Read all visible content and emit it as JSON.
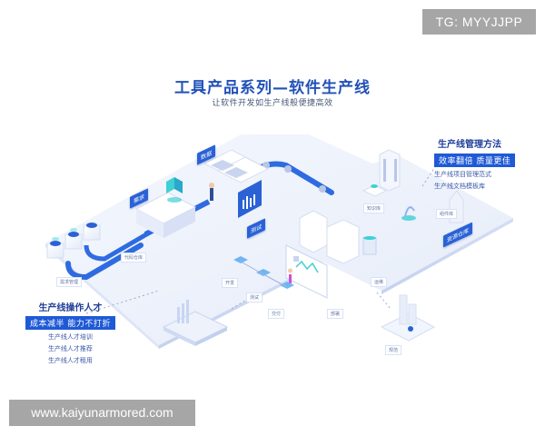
{
  "watermarks": {
    "top": "TG: MYYJJPP",
    "bottom": "www.kaiyunarmored.com"
  },
  "header": {
    "title": "工具产品系列—软件生产线",
    "subtitle": "让软件开发如生产线般便捷高效"
  },
  "callouts": {
    "management": {
      "title": "生产线管理方法",
      "band": "效率翻倍 质量更佳",
      "items": [
        "生产线项目管理范式",
        "生产线文档模板库"
      ]
    },
    "talent": {
      "title": "生产线操作人才",
      "band": "成本减半 能力不打折",
      "items": [
        "生产线人才培训",
        "生产线人才推荐",
        "生产线人才租用"
      ]
    }
  },
  "scene": {
    "tags": [
      "需求",
      "数据",
      "测试",
      "资源仓库"
    ],
    "platform_labels": [
      "需求管理",
      "代码仓库",
      "开发",
      "测试",
      "交付",
      "部署",
      "运维",
      "知识库",
      "组件库",
      "规范"
    ],
    "colors": {
      "primary": "#2a62d6",
      "title": "#2151b8",
      "platform": "#eef2fb",
      "conveyor": "#2f6be0",
      "accent_cyan": "#3fd0d4"
    }
  }
}
